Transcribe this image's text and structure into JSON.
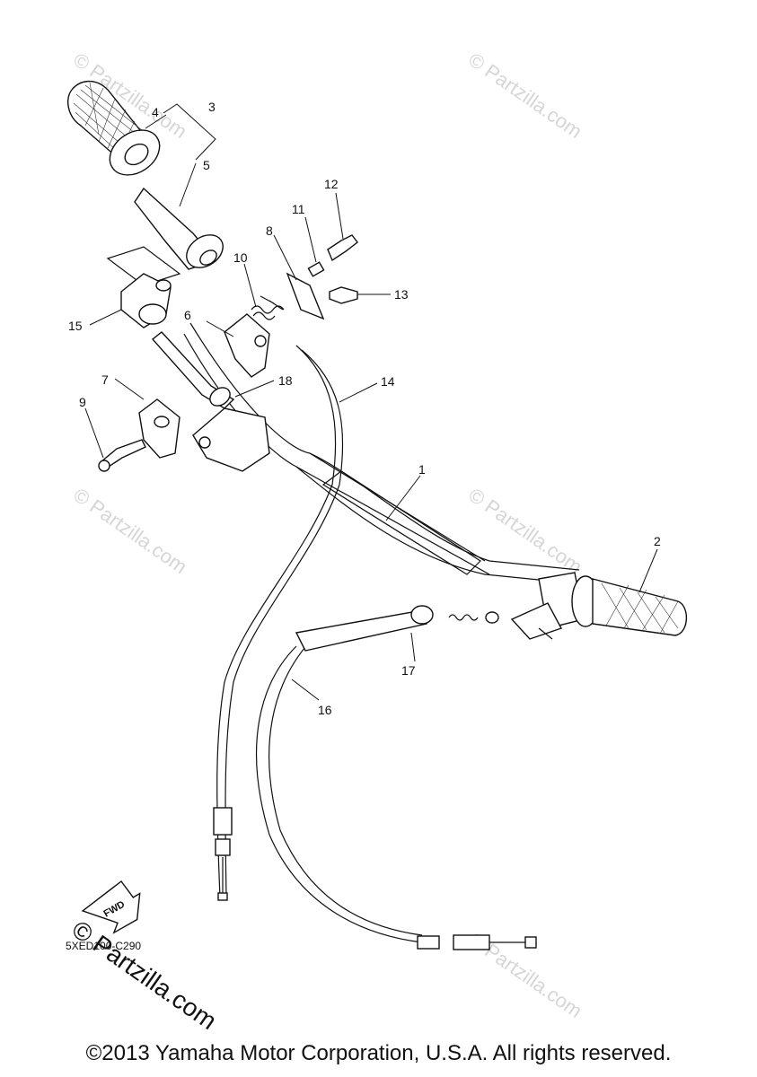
{
  "diagram": {
    "code": "5XED100-C290",
    "fwd_label": "FWD",
    "watermark": "© Partzilla.com",
    "copyright": "©2013 Yamaha Motor Corporation, U.S.A. All rights reserved.",
    "callouts": [
      "1",
      "2",
      "3",
      "4",
      "5",
      "6",
      "7",
      "8",
      "9",
      "10",
      "11",
      "12",
      "13",
      "14",
      "15",
      "16",
      "17",
      "18"
    ]
  }
}
